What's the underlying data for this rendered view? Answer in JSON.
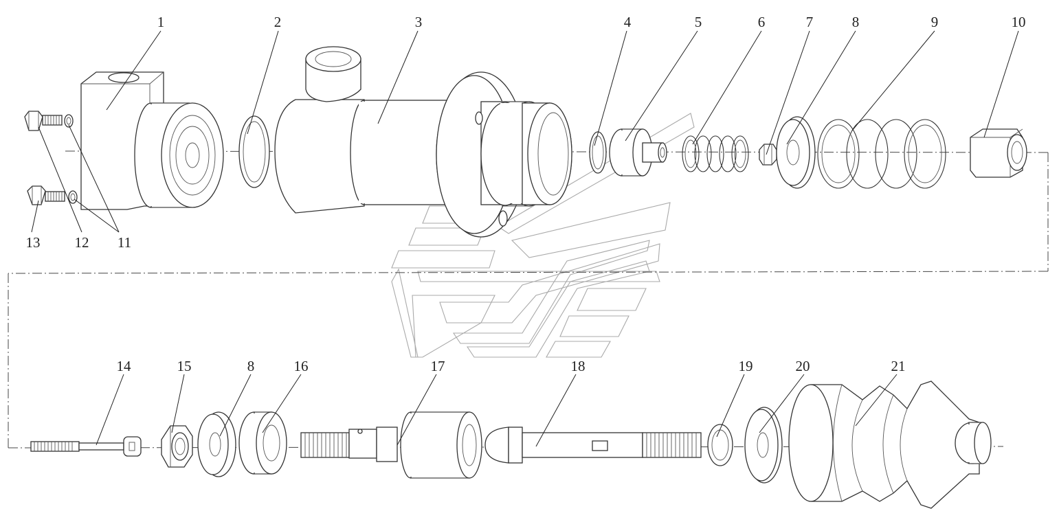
{
  "labels": {
    "p1": "1",
    "p2": "2",
    "p3": "3",
    "p4": "4",
    "p5": "5",
    "p6": "6",
    "p7": "7",
    "p8a": "8",
    "p9": "9",
    "p10": "10",
    "p11": "11",
    "p12": "12",
    "p13": "13",
    "p14": "14",
    "p15": "15",
    "p8b": "8",
    "p16": "16",
    "p17": "17",
    "p18": "18",
    "p19": "19",
    "p20": "20",
    "p21": "21"
  }
}
